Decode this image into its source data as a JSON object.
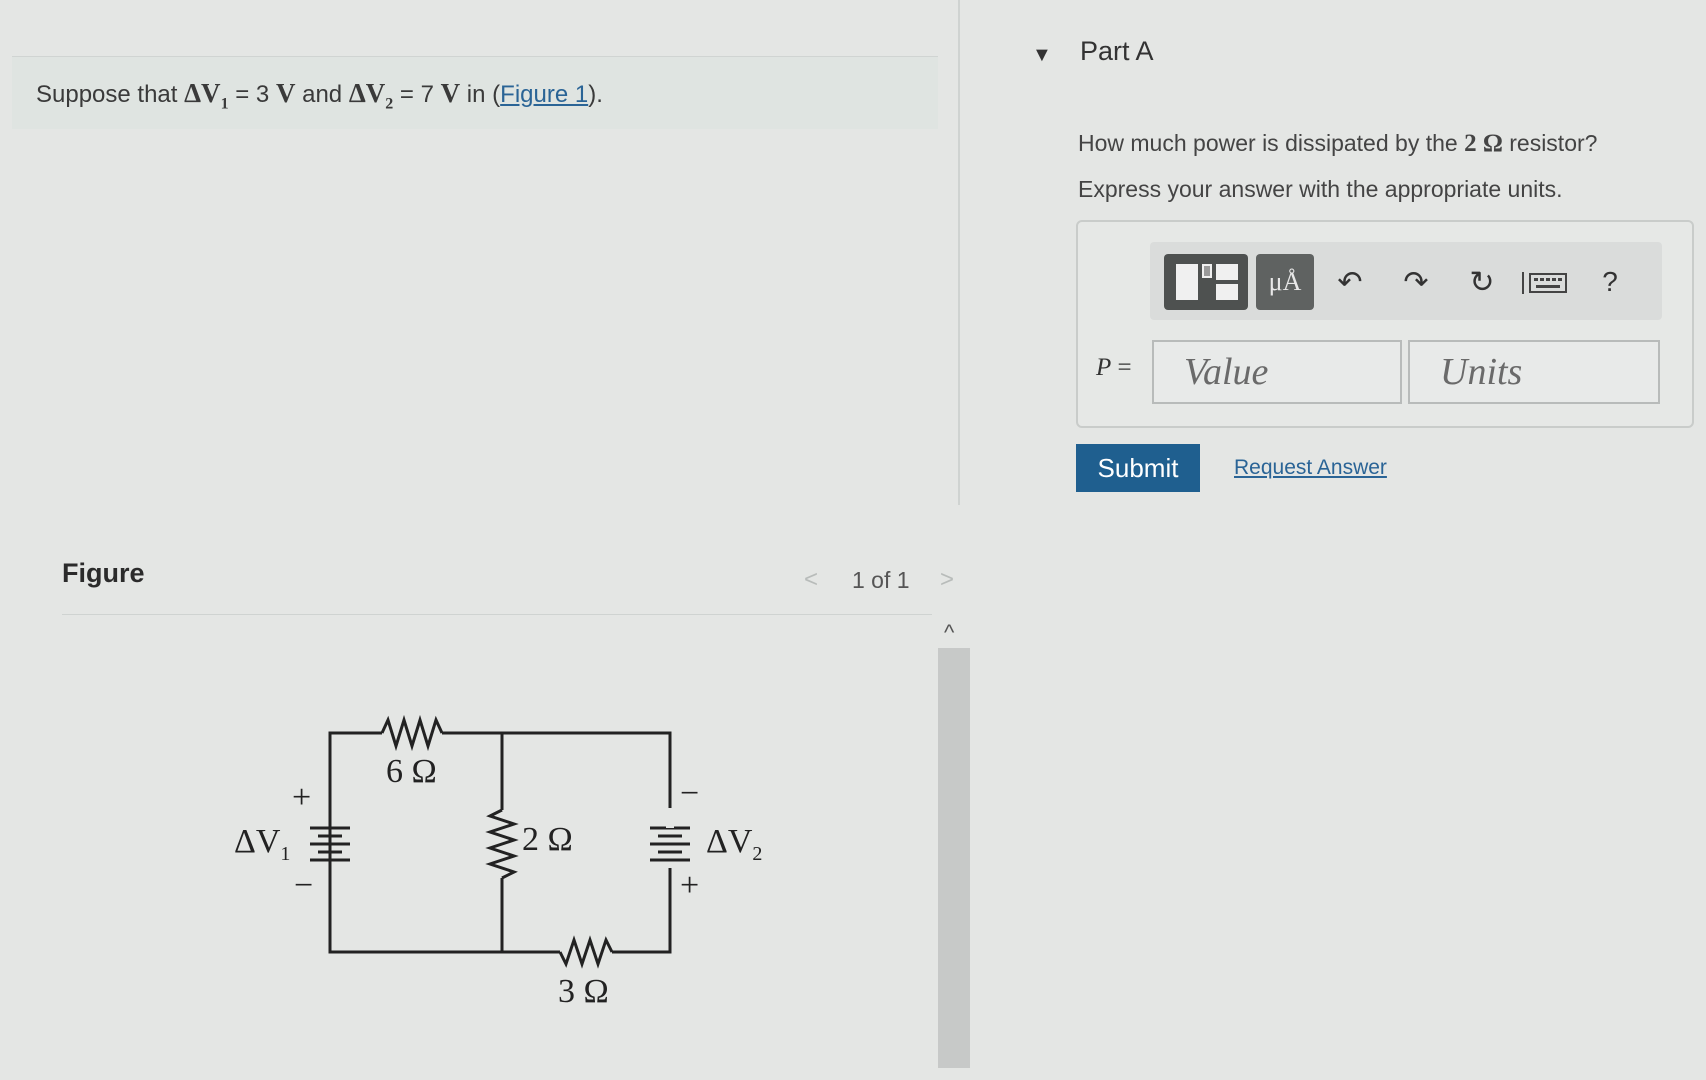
{
  "problem": {
    "prefix": "Suppose that ",
    "dv1_sym": "ΔV",
    "dv1_sub": "1",
    "dv1_value": " = 3 ",
    "dv1_unit": "V",
    "and": " and ",
    "dv2_sym": "ΔV",
    "dv2_sub": "2",
    "dv2_value": " = 7 ",
    "dv2_unit": "V",
    "in": " in (",
    "figure_link": "Figure 1",
    "suffix": ")."
  },
  "figure": {
    "header": "Figure",
    "pager": "1 of 1",
    "prev": "<",
    "next": ">",
    "scroll_up": "^"
  },
  "circuit": {
    "r1": "6 Ω",
    "r2": "2 Ω",
    "r3": "3 Ω",
    "v1_label": "ΔV",
    "v1_sub": "1",
    "v2_label": "ΔV",
    "v2_sub": "2",
    "plus": "+",
    "minus": "−"
  },
  "part": {
    "caret": "▼",
    "title": "Part A",
    "question_prefix": "How much power is dissipated by the ",
    "question_value": "2 Ω",
    "question_suffix": " resistor?",
    "instruction": "Express your answer with the appropriate units."
  },
  "toolbar": {
    "units_label": "μÅ",
    "undo": "↶",
    "redo": "↷",
    "reset": "↻",
    "help": "?"
  },
  "answer": {
    "variable": "P",
    "equals": " =",
    "value_placeholder": "Value",
    "units_placeholder": "Units"
  },
  "actions": {
    "submit": "Submit",
    "request": "Request Answer"
  }
}
